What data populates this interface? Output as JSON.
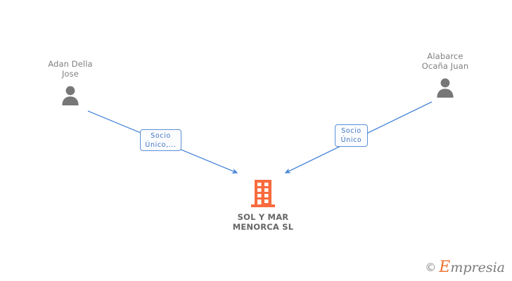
{
  "diagram": {
    "title": "SOL Y MAR MENORCA SL shareholder diagram",
    "background_color": "#ffffff",
    "edge_color": "#4a86d8",
    "company_color": "#f96b3d",
    "person_color": "#777777",
    "label_text_color": "#3f74c4",
    "name_text_color": "#808080"
  },
  "persons": [
    {
      "id": "person-left",
      "name": "Adan Della\nJose",
      "icon": "person-icon"
    },
    {
      "id": "person-right",
      "name": "Alabarce\nOcaña Juan",
      "icon": "person-icon"
    }
  ],
  "company": {
    "id": "company-center",
    "name": "SOL Y MAR\nMENORCA SL",
    "icon": "building-icon"
  },
  "relations": [
    {
      "id": "relation-left",
      "from": "person-left",
      "to": "company-center",
      "label": "Socio\nÚnico,..."
    },
    {
      "id": "relation-right",
      "from": "person-right",
      "to": "company-center",
      "label": "Socio\nÚnico"
    }
  ],
  "watermark": {
    "copyright": "©",
    "brand_initial": "E",
    "brand_rest": "mpresia"
  }
}
